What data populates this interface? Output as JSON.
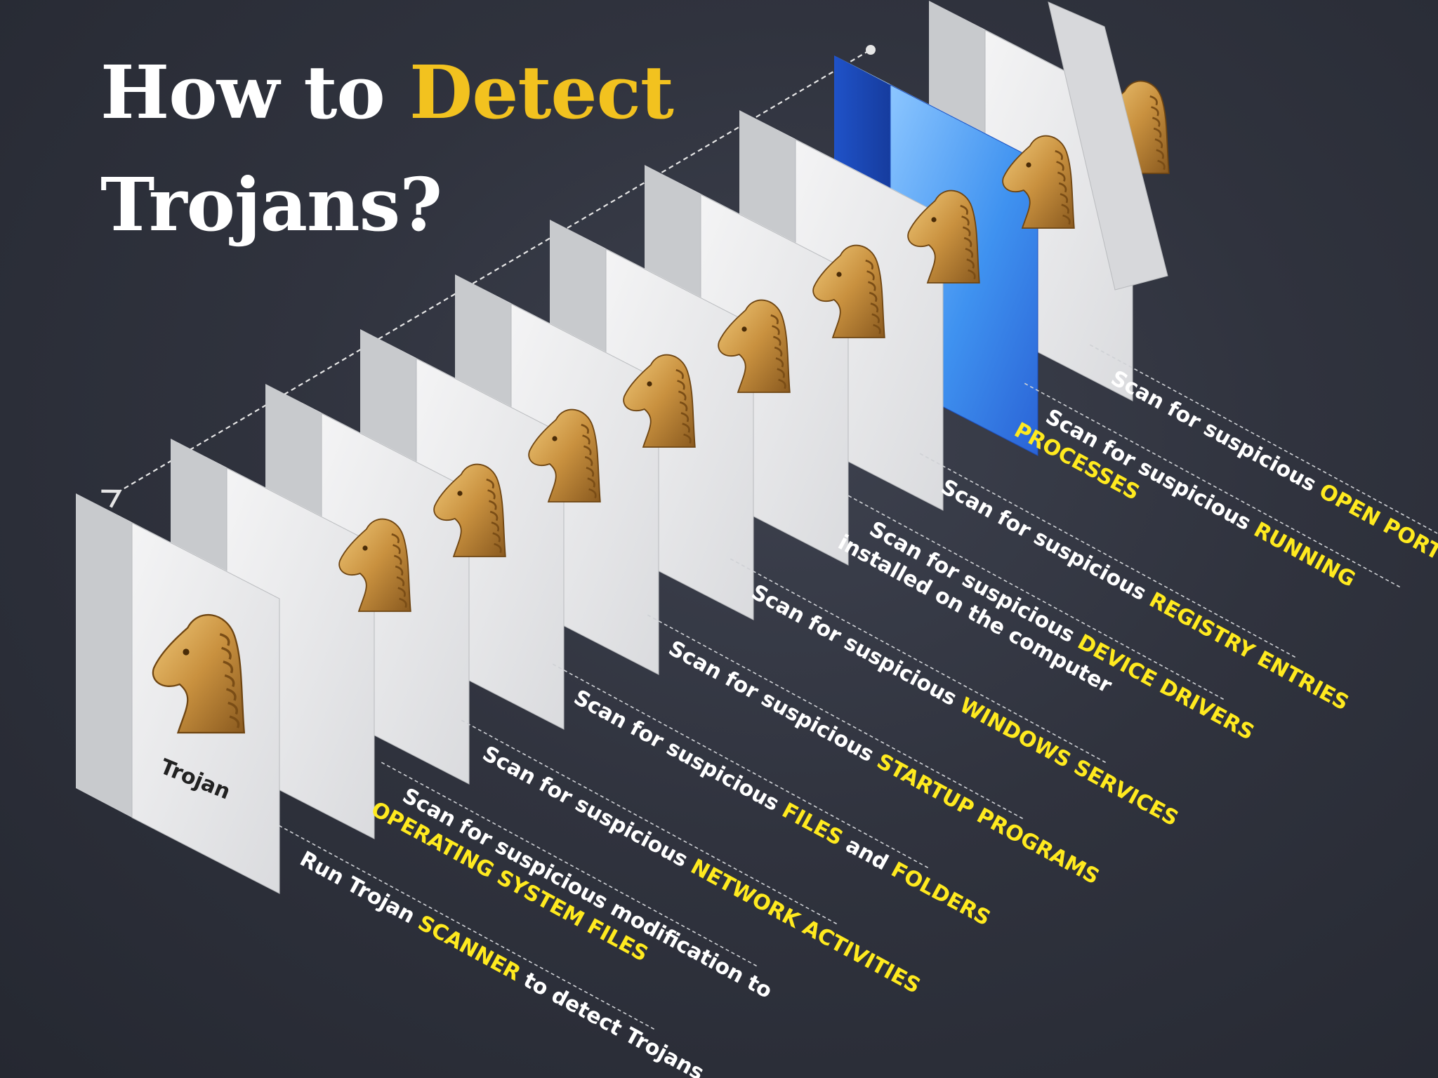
{
  "title": {
    "prefix": "How to",
    "highlight": "Detect",
    "line2": "Trojans?"
  },
  "colors": {
    "background": "#30333e",
    "title": "#ffffff",
    "title_accent": "#f2c21f",
    "keyword": "#ffea1f",
    "domino_face": "#e9eaec",
    "domino_side": "#c8cacd",
    "domino_highlight": "#2f7be8",
    "horse": "#c9913f"
  },
  "domino": {
    "label": "Trojan",
    "icon": "trojan-horse-icon",
    "count": 10,
    "highlighted_index": 8
  },
  "steps": [
    {
      "lines": [
        [
          {
            "t": "Scan for suspicious ",
            "k": false
          },
          {
            "t": "OPEN PORTS",
            "k": true
          }
        ]
      ]
    },
    {
      "lines": [
        [
          {
            "t": "Scan for suspicious ",
            "k": false
          },
          {
            "t": "RUNNING",
            "k": true
          }
        ],
        [
          {
            "t": "PROCESSES",
            "k": true
          }
        ]
      ]
    },
    {
      "lines": [
        [
          {
            "t": "Scan for suspicious ",
            "k": false
          },
          {
            "t": "REGISTRY ENTRIES",
            "k": true
          }
        ]
      ]
    },
    {
      "lines": [
        [
          {
            "t": "Scan for suspicious ",
            "k": false
          },
          {
            "t": "DEVICE DRIVERS",
            "k": true
          }
        ],
        [
          {
            "t": "installed on the computer",
            "k": false
          }
        ]
      ]
    },
    {
      "lines": [
        [
          {
            "t": "Scan for suspicious ",
            "k": false
          },
          {
            "t": "WINDOWS SERVICES",
            "k": true
          }
        ]
      ]
    },
    {
      "lines": [
        [
          {
            "t": "Scan for suspicious ",
            "k": false
          },
          {
            "t": "STARTUP PROGRAMS",
            "k": true
          }
        ]
      ]
    },
    {
      "lines": [
        [
          {
            "t": "Scan for suspicious ",
            "k": false
          },
          {
            "t": "FILES",
            "k": true
          },
          {
            "t": " and ",
            "k": false
          },
          {
            "t": "FOLDERS",
            "k": true
          }
        ]
      ]
    },
    {
      "lines": [
        [
          {
            "t": "Scan for suspicious ",
            "k": false
          },
          {
            "t": "NETWORK ACTIVITIES",
            "k": true
          }
        ]
      ]
    },
    {
      "lines": [
        [
          {
            "t": "Scan for suspicious modification to",
            "k": false
          }
        ],
        [
          {
            "t": "OPERATING SYSTEM FILES",
            "k": true
          }
        ]
      ]
    },
    {
      "lines": [
        [
          {
            "t": "Run Trojan ",
            "k": false
          },
          {
            "t": "SCANNER",
            "k": true
          },
          {
            "t": " to detect Trojans",
            "k": false
          }
        ]
      ]
    }
  ]
}
